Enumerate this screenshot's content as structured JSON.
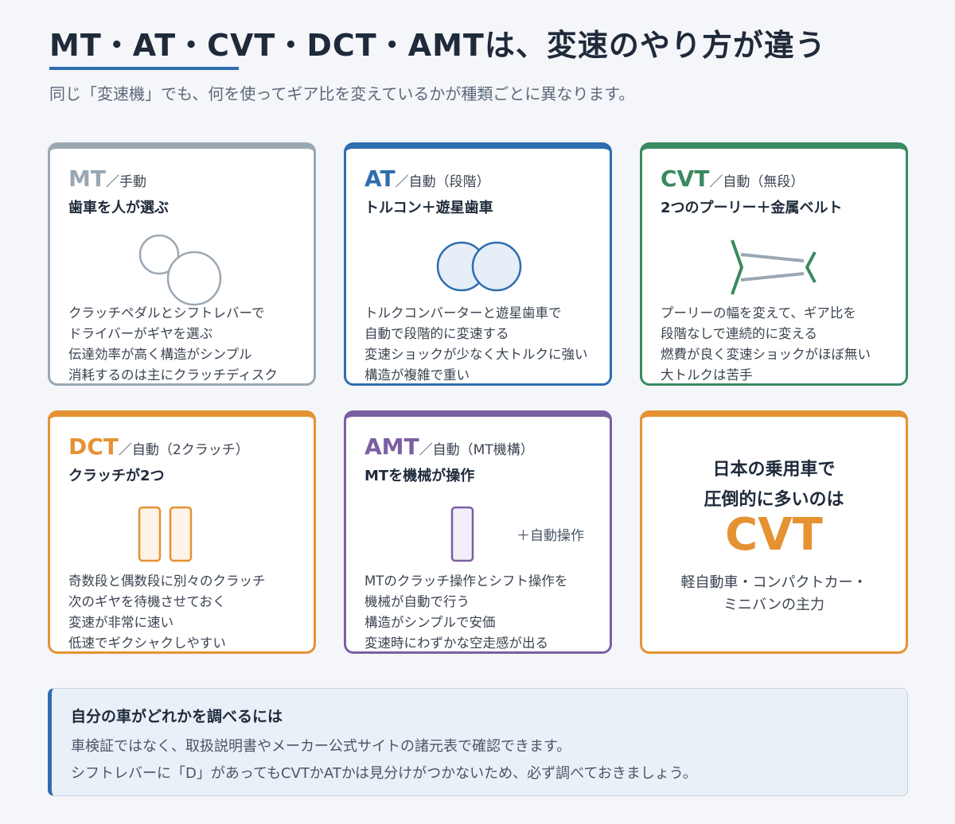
{
  "header": {
    "title": "MT・AT・CVT・DCT・AMTは、変速のやり方が違う",
    "subtitle": "同じ「変速機」でも、何を使ってギア比を変えているかが種類ごとに異なります。"
  },
  "colors": {
    "gray": "#9aa8b4",
    "blue": "#2f6dae",
    "green": "#3a8a5f",
    "orange": "#e59232",
    "purple": "#7b5fa3"
  },
  "cards": [
    {
      "abbr": "MT",
      "kind": "／手動",
      "subtitle": "歯車を人が選ぶ",
      "lines": [
        "クラッチペダルとシフトレバーで",
        "ドライバーがギヤを選ぶ",
        "伝達効率が高く構造がシンプル",
        "消耗するのは主にクラッチディスク"
      ]
    },
    {
      "abbr": "AT",
      "kind": "／自動（段階）",
      "subtitle": "トルコン＋遊星歯車",
      "lines": [
        "トルクコンバーターと遊星歯車で",
        "自動で段階的に変速する",
        "変速ショックが少なく大トルクに強い",
        "構造が複雑で重い"
      ]
    },
    {
      "abbr": "CVT",
      "kind": "／自動（無段）",
      "subtitle": "2つのプーリー＋金属ベルト",
      "lines": [
        "プーリーの幅を変えて、ギア比を",
        "段階なしで連続的に変える",
        "燃費が良く変速ショックがほぼ無い",
        "大トルクは苦手"
      ]
    },
    {
      "abbr": "DCT",
      "kind": "／自動（2クラッチ）",
      "subtitle": "クラッチが2つ",
      "lines": [
        "奇数段と偶数段に別々のクラッチ",
        "次のギヤを待機させておく",
        "変速が非常に速い",
        "低速でギクシャクしやすい"
      ]
    },
    {
      "abbr": "AMT",
      "kind": "／自動（MT機構）",
      "subtitle": "MTを機械が操作",
      "extra": "＋自動操作",
      "lines": [
        "MTのクラッチ操作とシフト操作を",
        "機械が自動で行う",
        "構造がシンプルで安価",
        "変速時にわずかな空走感が出る"
      ]
    }
  ],
  "highlight": {
    "line1": "日本の乗用車で",
    "line2": "圧倒的に多いのは",
    "big": "CVT",
    "note1": "軽自動車・コンパクトカー・",
    "note2": "ミニバンの主力"
  },
  "note": {
    "title": "自分の車がどれかを調べるには",
    "line1": "車検証ではなく、取扱説明書やメーカー公式サイトの諸元表で確認できます。",
    "line2": "シフトレバーに「D」があってもCVTかATかは見分けがつかないため、必ず調べておきましょう。"
  }
}
